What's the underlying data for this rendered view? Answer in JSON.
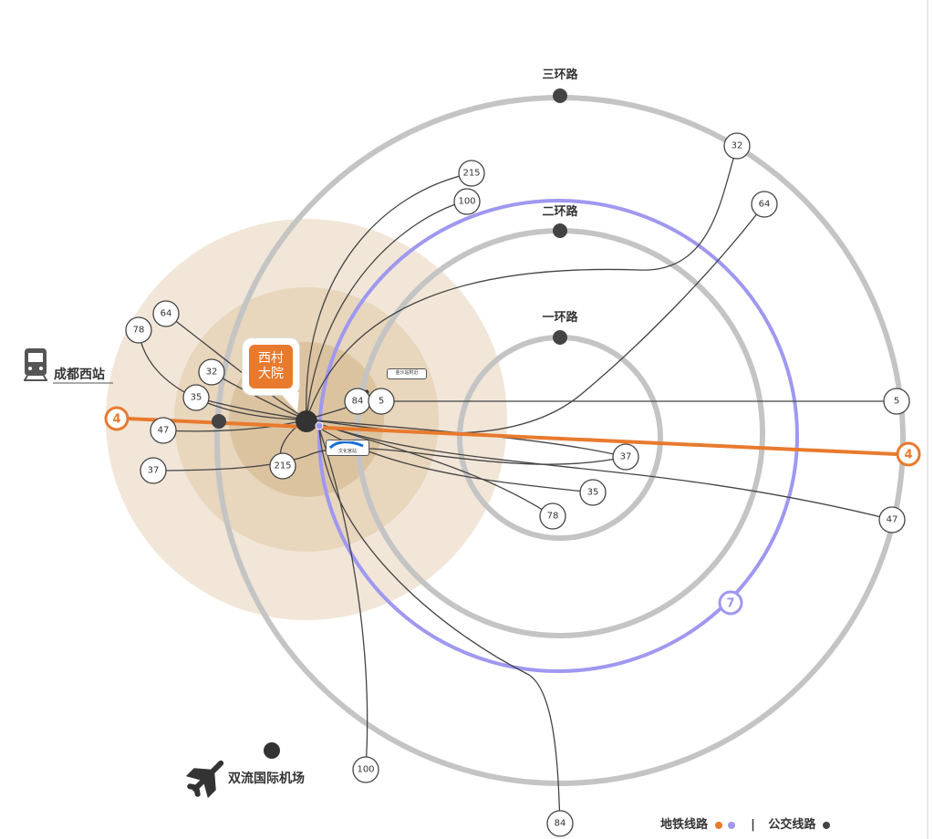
{
  "rings": [
    {
      "label": "一环路"
    },
    {
      "label": "二环路"
    },
    {
      "label": "三环路"
    }
  ],
  "poi": {
    "label": "西村大院"
  },
  "stations": {
    "chengdu_west": "成都西站",
    "airport": "双流国际机场"
  },
  "metro_lines": [
    {
      "number": "4",
      "color": "#e87a2e"
    },
    {
      "number": "7",
      "color": "#9f98f0"
    }
  ],
  "bus_badges": [
    "215",
    "100",
    "32",
    "64",
    "78",
    "64",
    "32",
    "35",
    "47",
    "37",
    "215",
    "84",
    "5",
    "5",
    "37",
    "35",
    "78",
    "47",
    "100",
    "84"
  ],
  "signs": {
    "stop_a": "金沙站附近",
    "stop_b": "文化宫站"
  },
  "legend": {
    "metro": "地铁线路",
    "bus": "公交线路",
    "separator": "|"
  },
  "colors": {
    "metro4": "#e87a2e",
    "metro7": "#9f98f0",
    "ring": "#c4c4c4",
    "bus": "#444444",
    "halo": "#e8d9c4"
  }
}
